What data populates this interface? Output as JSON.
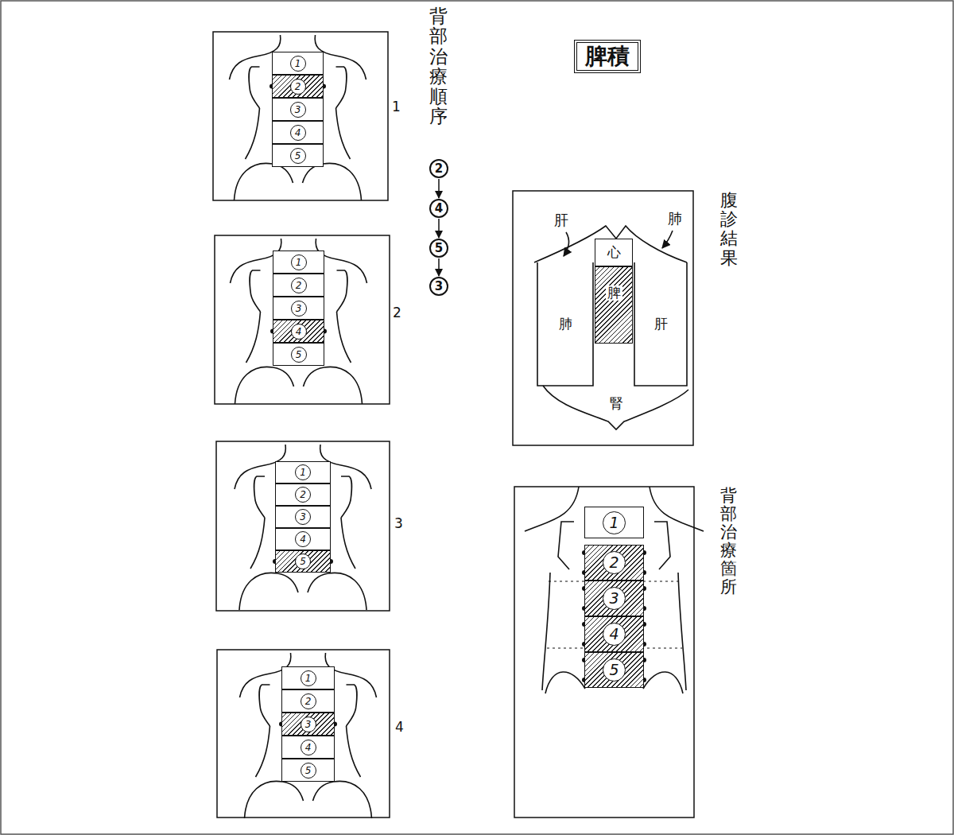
{
  "diagram": {
    "title": "脾積",
    "nodes": [
      {
        "text": [
          "1"
        ]
      },
      {
        "text": [
          "2"
        ]
      },
      {
        "text": [
          "3"
        ]
      },
      {
        "text": [
          "4"
        ]
      },
      {
        "text": [
          "5"
        ]
      },
      {
        "text": [
          "1"
        ]
      },
      {
        "text": [
          "2"
        ]
      },
      {
        "text": [
          "3"
        ]
      },
      {
        "text": [
          "4"
        ]
      },
      {
        "text": [
          "5"
        ]
      },
      {
        "text": [
          "1"
        ]
      },
      {
        "text": [
          "2"
        ]
      },
      {
        "text": [
          "3"
        ]
      },
      {
        "text": [
          "4"
        ]
      },
      {
        "text": [
          "5"
        ]
      },
      {
        "text": [
          "1"
        ]
      },
      {
        "text": [
          "2"
        ]
      },
      {
        "text": [
          "3"
        ]
      },
      {
        "text": [
          "4"
        ]
      },
      {
        "text": [
          "5"
        ]
      },
      {
        "text": [
          "2"
        ]
      },
      {
        "text": [
          "4"
        ]
      },
      {
        "text": [
          "5"
        ]
      },
      {
        "text": [
          "3"
        ]
      },
      {
        "text": [
          "心"
        ]
      },
      {
        "text": [
          "肺"
        ]
      },
      {
        "text": [
          "脾"
        ]
      },
      {
        "text": [
          "肝"
        ]
      },
      {
        "text": [
          "腎"
        ]
      },
      {
        "text": [
          "1"
        ]
      },
      {
        "text": [
          "2"
        ]
      },
      {
        "text": [
          "3"
        ]
      },
      {
        "text": [
          "4"
        ]
      },
      {
        "text": [
          "5"
        ]
      }
    ],
    "edges": [
      {
        "from": 20,
        "to": 21,
        "arrow": "to"
      },
      {
        "from": 21,
        "to": 22,
        "arrow": "to"
      },
      {
        "from": 22,
        "to": 23,
        "arrow": "to"
      }
    ],
    "labels": [
      "1",
      "2",
      "3",
      "4",
      "背部治療順序",
      "腹診結果",
      "背部治療箇所",
      "肝",
      "肺"
    ]
  }
}
